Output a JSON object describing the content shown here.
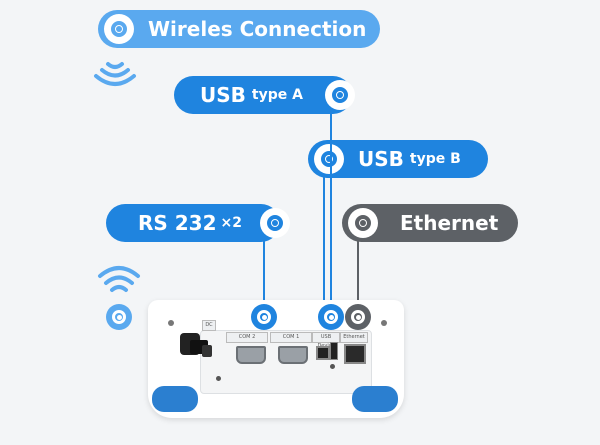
{
  "labels": {
    "wireless": "Wireles Connection",
    "usb_a_main": "USB",
    "usb_a_sub": "type A",
    "usb_b_main": "USB",
    "usb_b_sub": "type B",
    "rs232_main": "RS 232",
    "rs232_sub": "×2",
    "ethernet": "Ethernet"
  },
  "device_labels": {
    "com2": "COM 2",
    "com1": "COM 1",
    "usb_device": "USB Device",
    "ethernet_port": "Ethernet",
    "dc": "DC"
  },
  "colors": {
    "light_blue": "#5aa9ef",
    "blue": "#1f84df",
    "gray": "#5d6166",
    "foot_blue": "#2b7fd0",
    "background": "#f3f5f7"
  },
  "icons": [
    "wifi-icon",
    "target-icon",
    "ethernet-port-icon",
    "usb-port-icon",
    "serial-port-icon"
  ]
}
